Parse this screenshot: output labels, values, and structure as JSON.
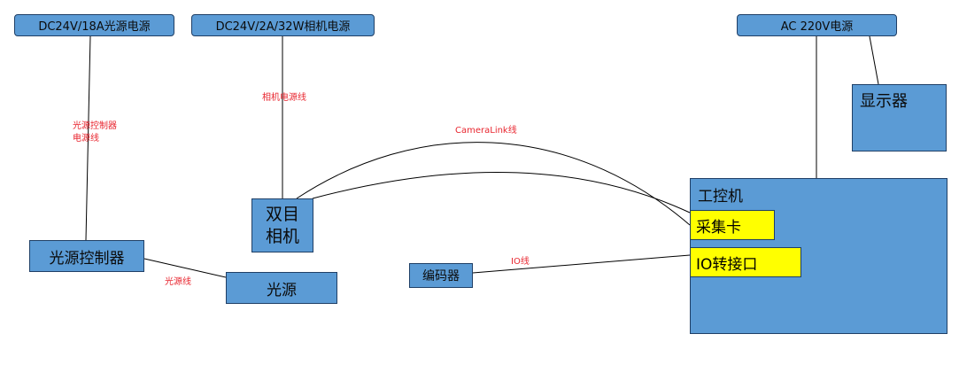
{
  "nodes": {
    "psu_light": "DC24V/18A光源电源",
    "psu_camera": "DC24V/2A/32W相机电源",
    "psu_ac": "AC 220V电源",
    "monitor": "显示器",
    "ipc": "工控机",
    "capture_card": "采集卡",
    "io_adapter": "IO转接口",
    "camera_line1": "双目",
    "camera_line2": "相机",
    "light_controller": "光源控制器",
    "light": "光源",
    "encoder": "编码器"
  },
  "edges": {
    "light_ctrl_power_line1": "光源控制器",
    "light_ctrl_power_line2": "电源线",
    "camera_power": "相机电源线",
    "cameralink": "CameraLink线",
    "io": "IO线",
    "light": "光源线"
  },
  "colors": {
    "node_fill": "#5b9bd5",
    "node_border": "#1f3f66",
    "highlight": "#ffff00",
    "edge_label": "#e8262f"
  }
}
